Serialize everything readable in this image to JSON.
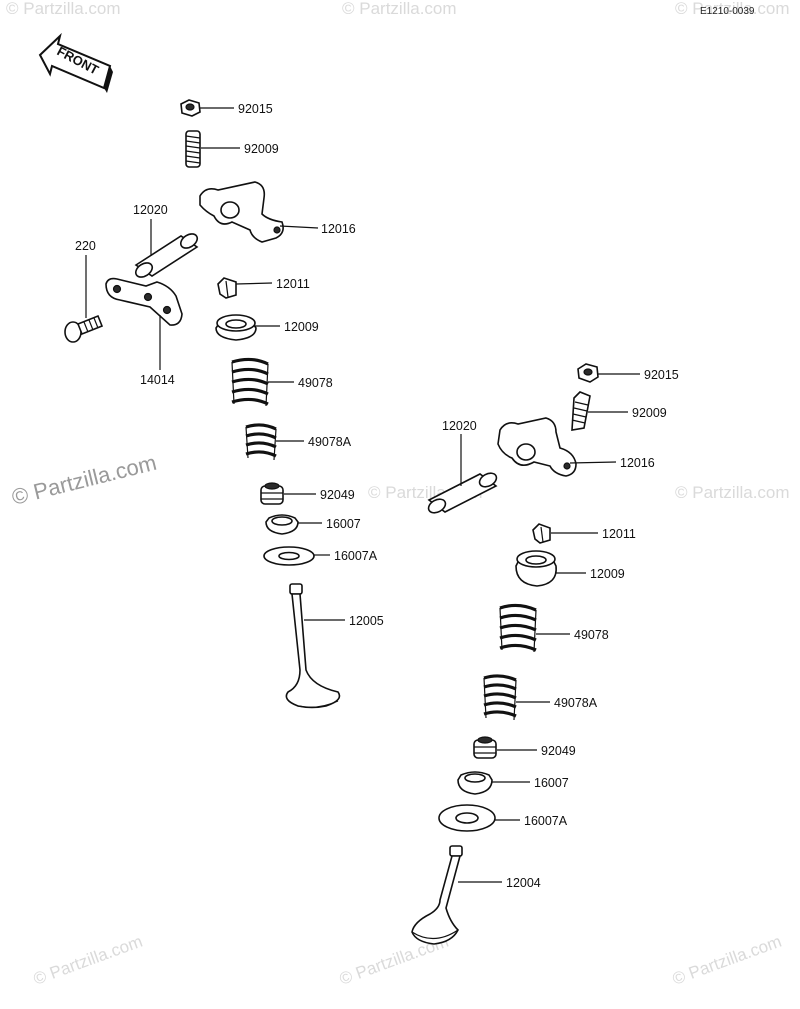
{
  "diagram": {
    "ref_code": "E1210-0039",
    "front_label": "FRONT",
    "watermark_main": "© Partzilla.com",
    "watermark_small": "© Partzilla.com"
  },
  "left_stack": {
    "nut": "92015",
    "adjuster": "92009",
    "rocker_shaft": "12020",
    "rocker_arm": "12016",
    "bolt": "220",
    "collet": "12011",
    "retainer": "12009",
    "plate": "14014",
    "outer_spring": "49078",
    "inner_spring": "49078A",
    "valve_seal": "92049",
    "spring_seat": "16007",
    "washer": "16007A",
    "valve": "12005"
  },
  "right_stack": {
    "nut": "92015",
    "adjuster": "92009",
    "rocker_shaft": "12020",
    "rocker_arm": "12016",
    "collet": "12011",
    "retainer": "12009",
    "outer_spring": "49078",
    "inner_spring": "49078A",
    "valve_seal": "92049",
    "spring_seat": "16007",
    "washer": "16007A",
    "valve": "12004"
  }
}
